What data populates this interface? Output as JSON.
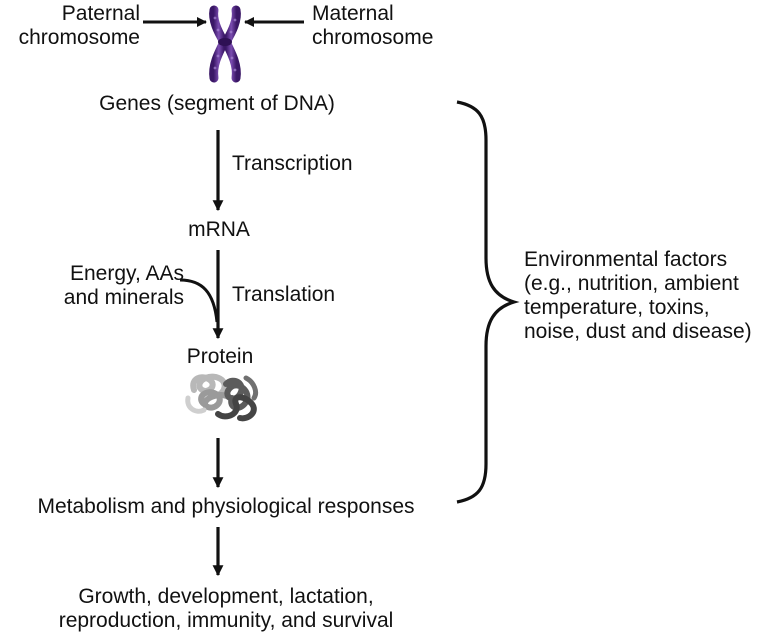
{
  "chromosome": {
    "paternal": [
      "Paternal",
      "chromosome"
    ],
    "maternal": [
      "Maternal",
      "chromosome"
    ]
  },
  "flow": {
    "genes": "Genes (segment of DNA)",
    "transcription": "Transcription",
    "mrna": "mRNA",
    "translation": "Translation",
    "inputs": [
      "Energy, AAs",
      "and minerals"
    ],
    "protein": "Protein",
    "metabolism": "Metabolism and physiological responses",
    "outcomes": [
      "Growth, development, lactation,",
      "reproduction, immunity, and survival"
    ]
  },
  "environment": {
    "lines": [
      "Environmental factors",
      "(e.g., nutrition, ambient",
      "temperature, toxins,",
      "noise, dust and disease)"
    ]
  },
  "icons": {
    "chromosome": "chromosome-icon",
    "protein": "protein-structure-icon"
  },
  "colors": {
    "text": "#111111",
    "arrow": "#111111",
    "chromosome": "#5b2d8a",
    "protein": "#8a8a8a"
  }
}
